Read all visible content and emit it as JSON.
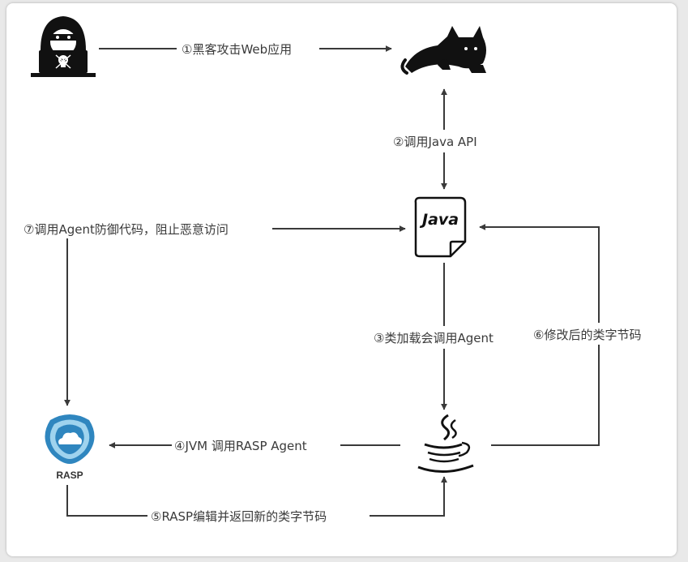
{
  "nodes": {
    "hacker": {
      "icon": "hacker-skull-laptop-icon"
    },
    "tomcat": {
      "icon": "tomcat-cat-icon"
    },
    "java_file": {
      "icon": "java-file-icon",
      "label": "Java"
    },
    "jvm": {
      "icon": "java-coffee-cup-icon"
    },
    "rasp": {
      "icon": "rasp-shield-cloud-icon",
      "label": "RASP"
    }
  },
  "edges": [
    {
      "id": "step-1",
      "label": "①黑客攻击Web应用"
    },
    {
      "id": "step-2",
      "label": "②调用Java API"
    },
    {
      "id": "step-3",
      "label": "③类加载会调用Agent"
    },
    {
      "id": "step-4",
      "label": "④JVM 调用RASP Agent"
    },
    {
      "id": "step-5",
      "label": "⑤RASP编辑并返回新的类字节码"
    },
    {
      "id": "step-6",
      "label": "⑥修改后的类字节码"
    },
    {
      "id": "step-7",
      "label": "⑦调用Agent防御代码，阻止恶意访问"
    }
  ],
  "colors": {
    "line": "#3a3a3a",
    "icon": "#111111",
    "rasp_blue": "#2f86bf",
    "rasp_light": "#9fd3ee"
  }
}
